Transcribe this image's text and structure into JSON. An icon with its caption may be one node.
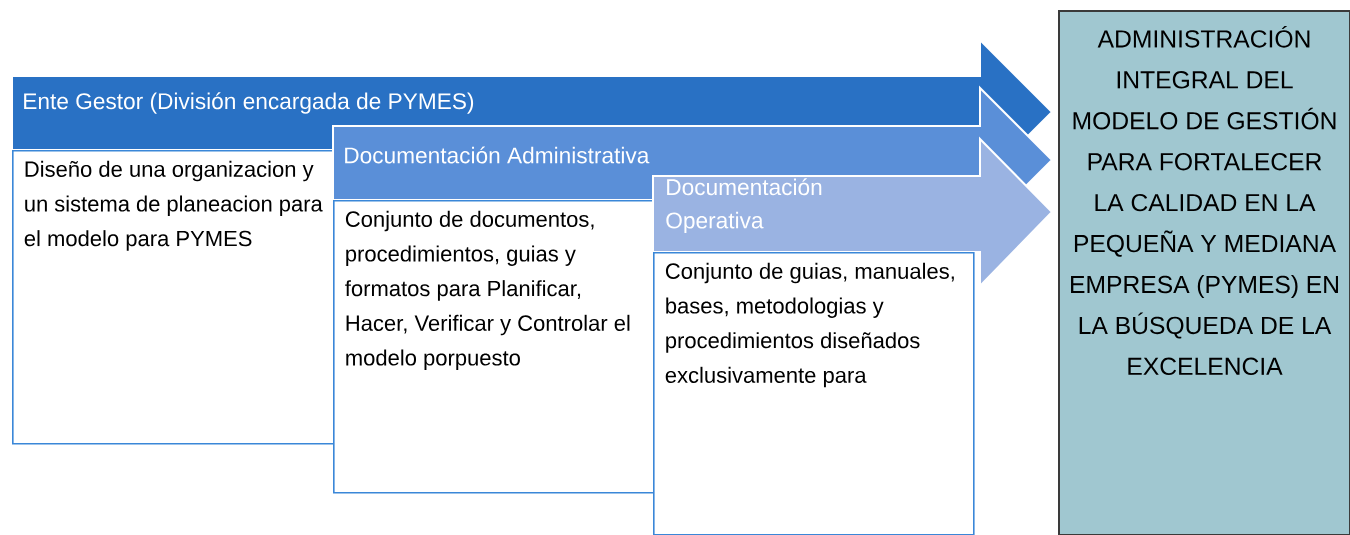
{
  "diagram": {
    "nodes": [
      {
        "text": [
          "Ente Gestor (División encargada de PYMES)"
        ]
      },
      {
        "text": [
          "Diseño de una organizacion y un sistema de planeacion para el modelo para PYMES"
        ]
      },
      {
        "text": [
          "Documentación  Administrativa"
        ]
      },
      {
        "text": [
          "Conjunto de documentos, procedimientos, guias y formatos para Planificar, Hacer, Verificar y Controlar el modelo porpuesto"
        ]
      },
      {
        "text": [
          "Documentación Operativa"
        ]
      },
      {
        "text": [
          "Conjunto de guias, manuales, bases, metodologias y procedimientos diseñados exclusivamente para"
        ]
      },
      {
        "text": [
          "ADMINISTRACIÓN INTEGRAL DEL MODELO DE GESTIÓN PARA FORTALECER LA CALIDAD EN LA PEQUEÑA Y MEDIANA EMPRESA (PYMES) EN LA BÚSQUEDA DE LA EXCELENCIA"
        ]
      }
    ]
  }
}
